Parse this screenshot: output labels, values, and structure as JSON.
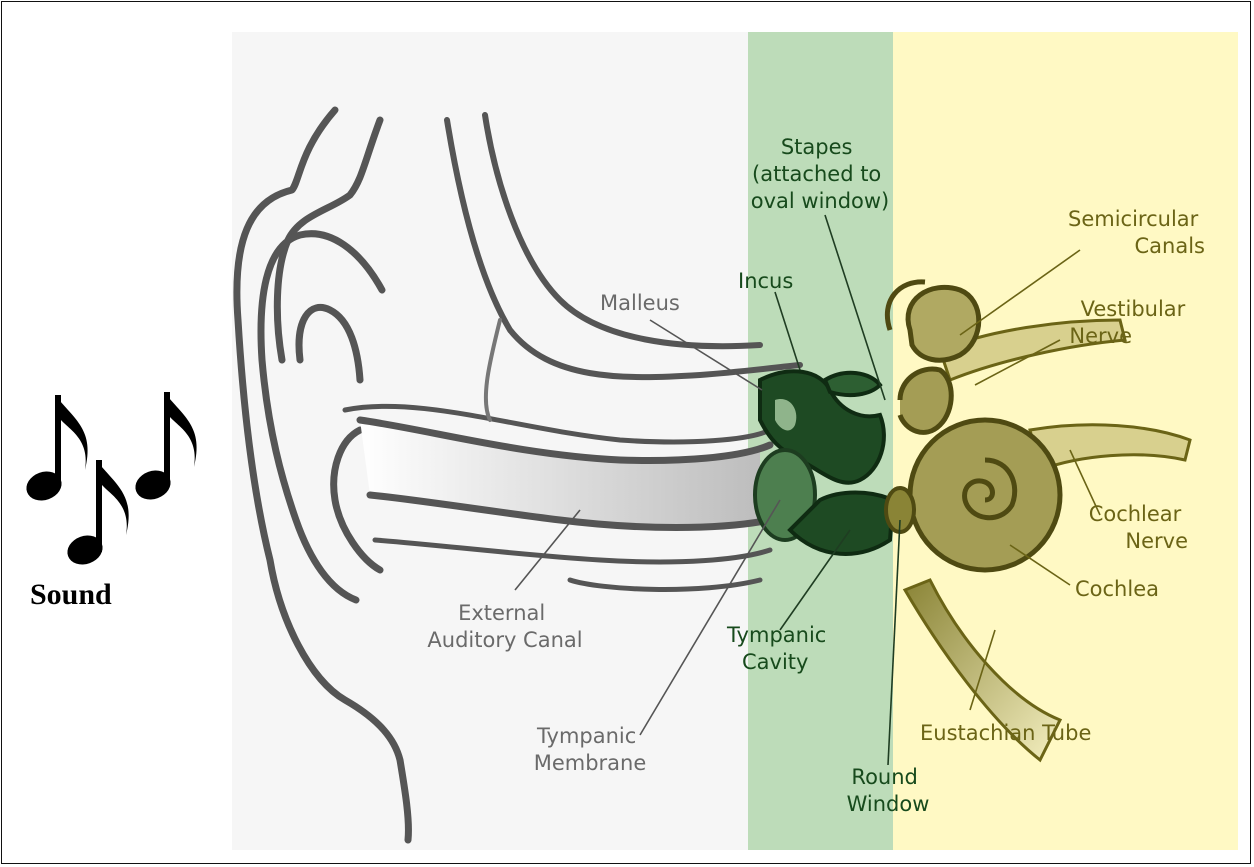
{
  "diagram": {
    "regions": {
      "outer_color": "#f6f6f6",
      "middle_color": "#bddcb9",
      "inner_color": "#fff9c4"
    },
    "sound_label": "Sound",
    "labels": {
      "stapes": [
        "Stapes",
        "(attached to",
        "oval window)"
      ],
      "semicircular": [
        "Semicircular",
        "Canals"
      ],
      "incus": "Incus",
      "malleus": "Malleus",
      "vestibular": [
        "Vestibular",
        "Nerve"
      ],
      "cochlear_nerve": [
        "Cochlear",
        "Nerve"
      ],
      "cochlea": "Cochlea",
      "external_canal": [
        "External",
        "Auditory Canal"
      ],
      "tympanic_cavity": [
        "Tympanic",
        "Cavity"
      ],
      "tympanic_membrane": [
        "Tympanic",
        "Membrane"
      ],
      "eustachian": "Eustachian Tube",
      "round_window": [
        "Round",
        "Window"
      ]
    }
  }
}
